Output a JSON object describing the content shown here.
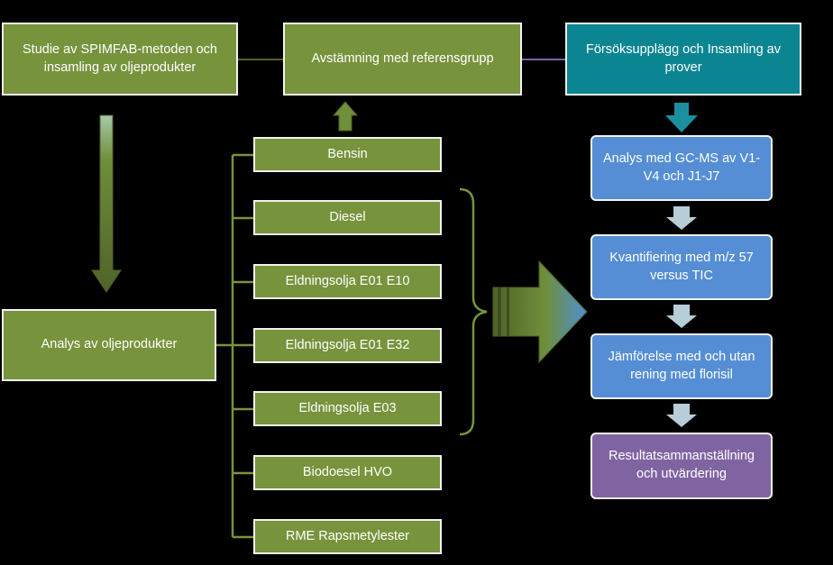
{
  "boxes": {
    "studie": "Studie av SPIMFAB-metoden och insamling av oljeprodukter",
    "avstamning": "Avstämning med referensgrupp",
    "forsok": "Försöksupplägg och Insamling av prover",
    "analys_olje": "Analys av oljeprodukter"
  },
  "products": [
    "Bensin",
    "Diesel",
    "Eldningsolja E01 E10",
    "Eldningsolja E01 E32",
    "Eldningsolja E03",
    "Biodoesel HVO",
    "RME Rapsmetylester"
  ],
  "steps": [
    "Analys med GC-MS av V1-V4 och J1-J7",
    "Kvantifiering med m/z 57 versus TIC",
    "Jämförelse med och utan rening med florisil",
    "Resultatsammanställning och utvärdering"
  ],
  "colors": {
    "green_box": "#77933c",
    "teal_box": "#0b8591",
    "blue_box": "#558ed5",
    "purple_box": "#8064a2",
    "connector_green": "#4f6228",
    "connector_purple": "#7e649e",
    "arrow_teal": "#1b8fa0",
    "arrow_blue_grey": "#b7cdd7"
  },
  "icons": [
    "arrow-down-icon",
    "arrow-up-icon",
    "arrow-right-icon",
    "right-brace-icon"
  ]
}
